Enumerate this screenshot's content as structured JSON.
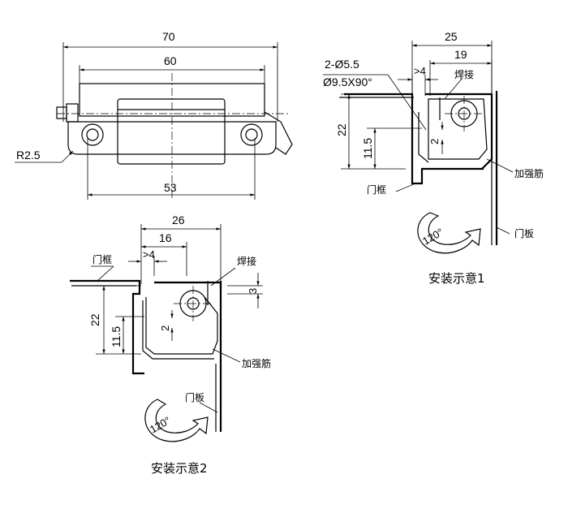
{
  "top_view": {
    "dim_overall": "70",
    "dim_plate": "60",
    "dim_holes": "53",
    "dim_radius": "R2.5"
  },
  "install_1": {
    "dim_25": "25",
    "dim_19": "19",
    "dim_gt4": ">4",
    "dim_22": "22",
    "dim_11_5": "11.5",
    "dim_2": "2",
    "hole_spec_1": "2-Ø5.5",
    "hole_spec_2": "Ø9.5X90°",
    "label_weld": "焊接",
    "label_frame": "门框",
    "label_stiffener": "加强筋",
    "label_door": "门板",
    "angle": "120°",
    "caption": "安装示意1"
  },
  "install_2": {
    "dim_26": "26",
    "dim_16": "16",
    "dim_gt4": ">4",
    "dim_3": "3",
    "dim_22": "22",
    "dim_11_5": "11.5",
    "dim_2": "2",
    "label_frame": "门框",
    "label_weld": "焊接",
    "label_stiffener": "加强筋",
    "label_door": "门板",
    "angle": "120°",
    "caption": "安装示意2"
  }
}
